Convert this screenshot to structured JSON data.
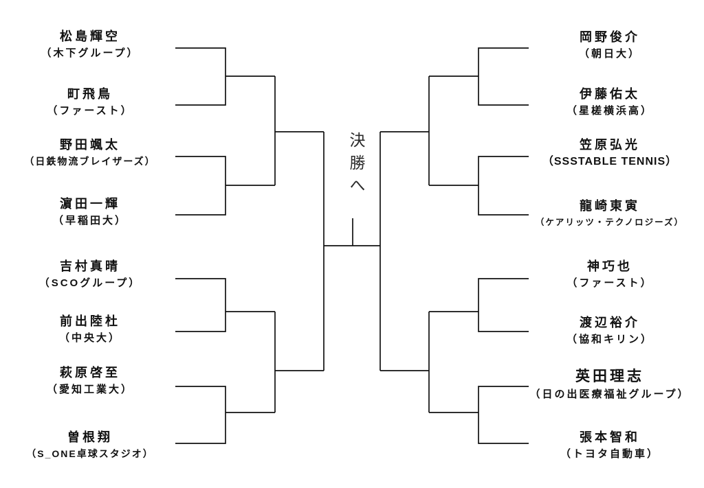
{
  "center_label": "決勝へ",
  "colors": {
    "line": "#111111",
    "text": "#111111",
    "background": "#ffffff"
  },
  "players": {
    "left": [
      {
        "name": "松島輝空",
        "club": "（木下グループ）"
      },
      {
        "name": "町飛鳥",
        "club": "（ファースト）"
      },
      {
        "name": "野田颯太",
        "club": "（日鉄物流ブレイザーズ）"
      },
      {
        "name": "濵田一輝",
        "club": "（早稲田大）"
      },
      {
        "name": "吉村真晴",
        "club": "（SCOグループ）"
      },
      {
        "name": "前出陸杜",
        "club": "（中央大）"
      },
      {
        "name": "萩原啓至",
        "club": "（愛知工業大）"
      },
      {
        "name": "曽根翔",
        "club": "（S_ONE卓球スタジオ）"
      }
    ],
    "right": [
      {
        "name": "岡野俊介",
        "club": "（朝日大）"
      },
      {
        "name": "伊藤佑太",
        "club": "（星槎横浜高）"
      },
      {
        "name": "笠原弘光",
        "club": "（SSSTABLE TENNIS）"
      },
      {
        "name": "龍崎東寅",
        "club": "（ケアリッツ・テクノロジーズ）"
      },
      {
        "name": "神巧也",
        "club": "（ファースト）"
      },
      {
        "name": "渡辺裕介",
        "club": "（協和キリン）"
      },
      {
        "name": "英田理志",
        "club": "（日の出医療福祉グループ）"
      },
      {
        "name": "張本智和",
        "club": "（トヨタ自動車）"
      }
    ]
  }
}
